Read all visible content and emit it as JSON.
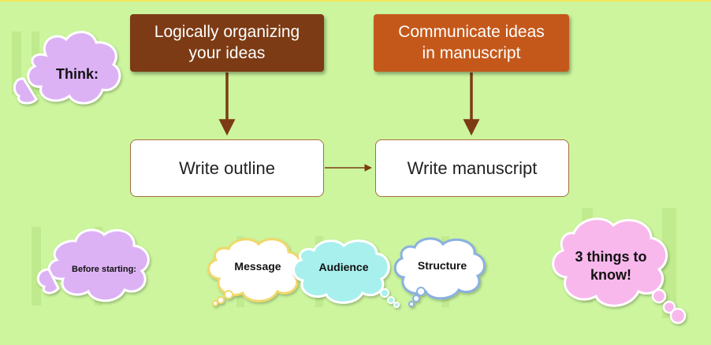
{
  "boxes": {
    "organize": "Logically organizing\nyour ideas",
    "communicate": "Communicate ideas\nin manuscript",
    "outline": "Write outline",
    "manuscript": "Write manuscript"
  },
  "bubbles": {
    "think": "Think:",
    "before": "Before starting:",
    "message": "Message",
    "audience": "Audience",
    "structure": "Structure",
    "things": "3 things to\nknow!"
  },
  "colors": {
    "background": "#ccf59e",
    "brown_box": "#7c3b14",
    "orange_box": "#c4581a",
    "arrow": "#7c3b14",
    "think_bubble": "#dcb2f5",
    "before_bubble": "#dcb2f5",
    "audience_bubble": "#a8f0ee",
    "things_bubble": "#f8b8ec"
  }
}
